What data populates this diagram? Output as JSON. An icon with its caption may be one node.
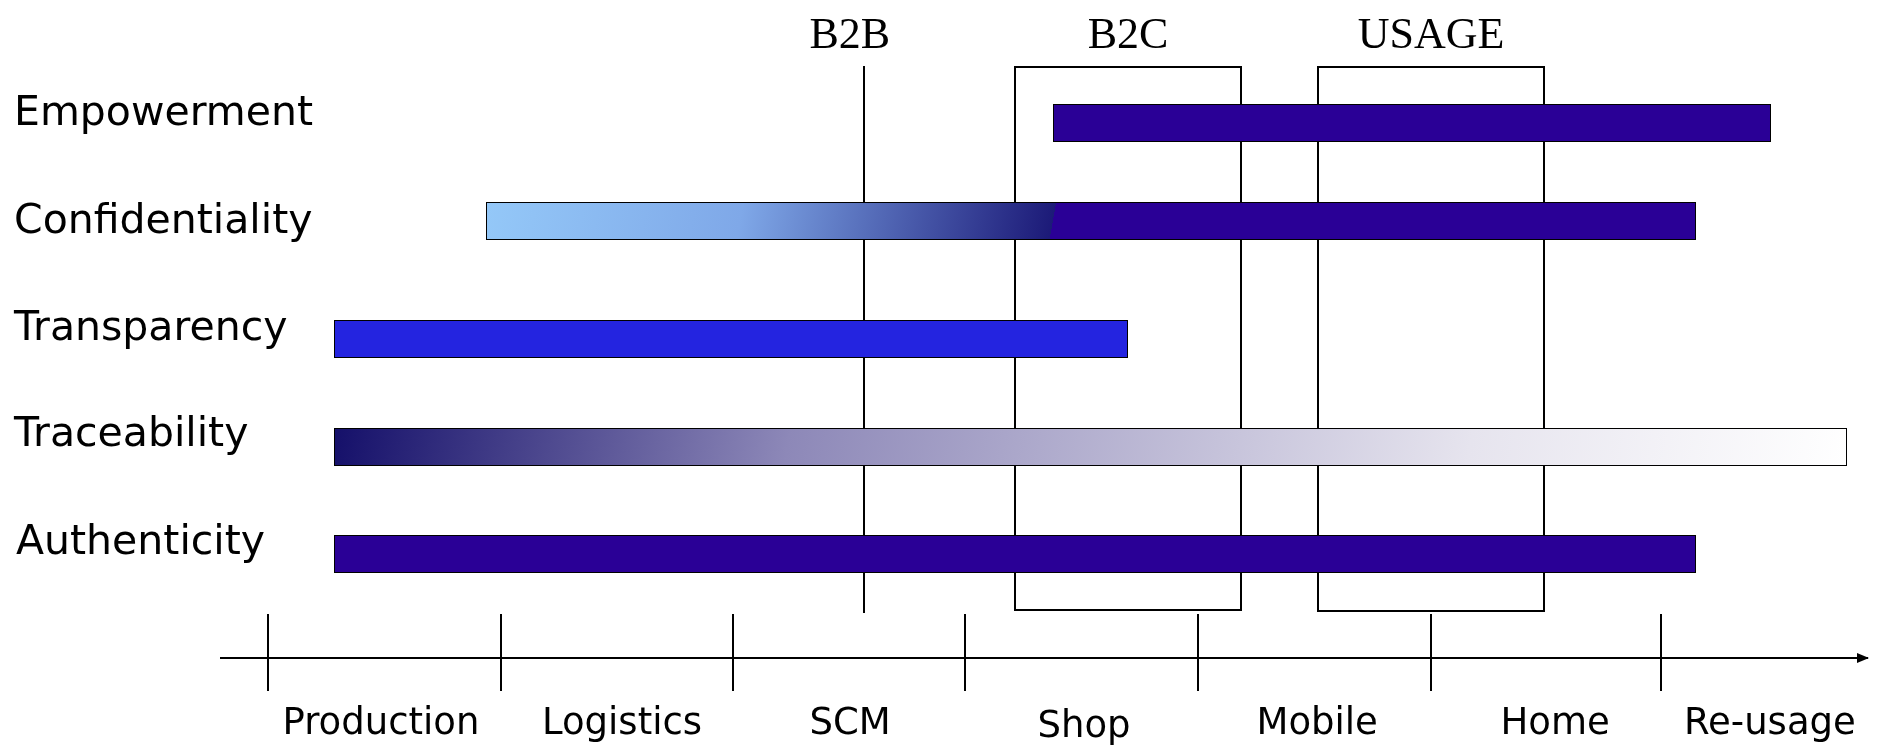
{
  "diagram": {
    "nodes": [
      {
        "text": [
          "B2C"
        ]
      },
      {
        "text": [
          "USAGE"
        ]
      },
      {
        "text": [],
        "shape": "bar"
      },
      {
        "text": [],
        "shape": "bar"
      },
      {
        "text": [],
        "shape": "bar"
      },
      {
        "text": [],
        "shape": "bar"
      },
      {
        "text": [],
        "shape": "bar"
      }
    ],
    "labels": [
      "B2B",
      "Empowerment",
      "Confidentiality",
      "Transparency",
      "Traceability",
      "Authenticity",
      "Production",
      "Logistics",
      "SCM",
      "Shop",
      "Mobile",
      "Home",
      "Re-usage"
    ]
  }
}
